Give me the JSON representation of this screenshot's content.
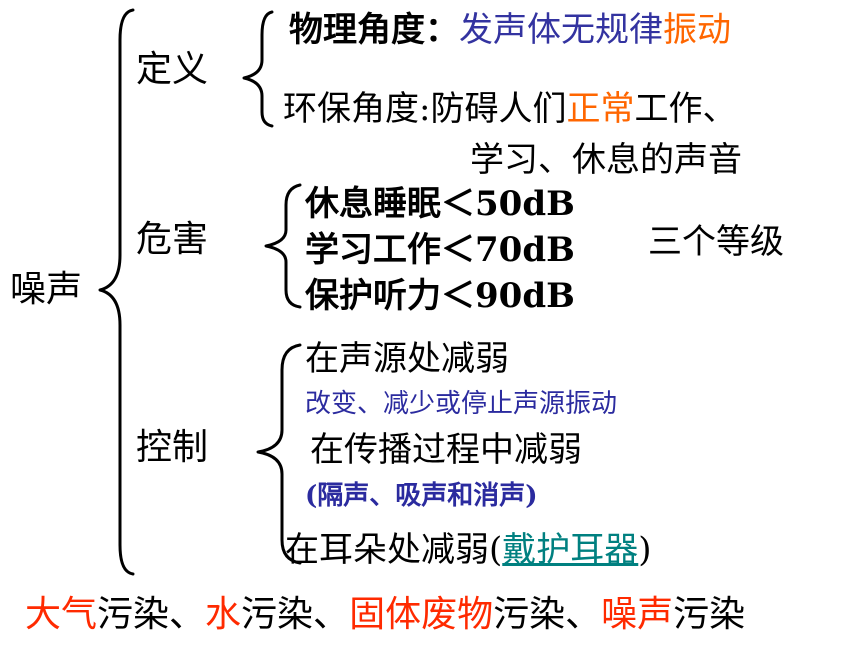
{
  "root": {
    "label": "噪声"
  },
  "definition": {
    "label": "定义",
    "physics_prefix": "物理角度：",
    "physics_blue": "发声体无规律",
    "physics_orange": "振动",
    "env_prefix": "环保角度:防碍人们",
    "env_orange": "正常",
    "env_suffix": "工作、",
    "env_line2": "学习、休息的声音"
  },
  "harm": {
    "label": "危害",
    "levels": [
      "休息睡眠＜50dB",
      "学习工作＜70dB",
      "保护听力＜90dB"
    ],
    "grade_note": "三个等级"
  },
  "control": {
    "label": "控制",
    "source": "在声源处减弱",
    "source_note": "改变、减少或停止声源振动",
    "propagation": "在传播过程中减弱",
    "propagation_note": "(隔声、吸声和消声)",
    "ear_prefix": "在耳朵处减弱(",
    "ear_link": "戴护耳器",
    "ear_suffix": ")"
  },
  "footer": {
    "p1_red": "大气",
    "p1": "污染、",
    "p2_red": "水",
    "p2": "污染、",
    "p3_red": "固体废物",
    "p3": "污染、",
    "p4_red": "噪声",
    "p4": "污染"
  }
}
